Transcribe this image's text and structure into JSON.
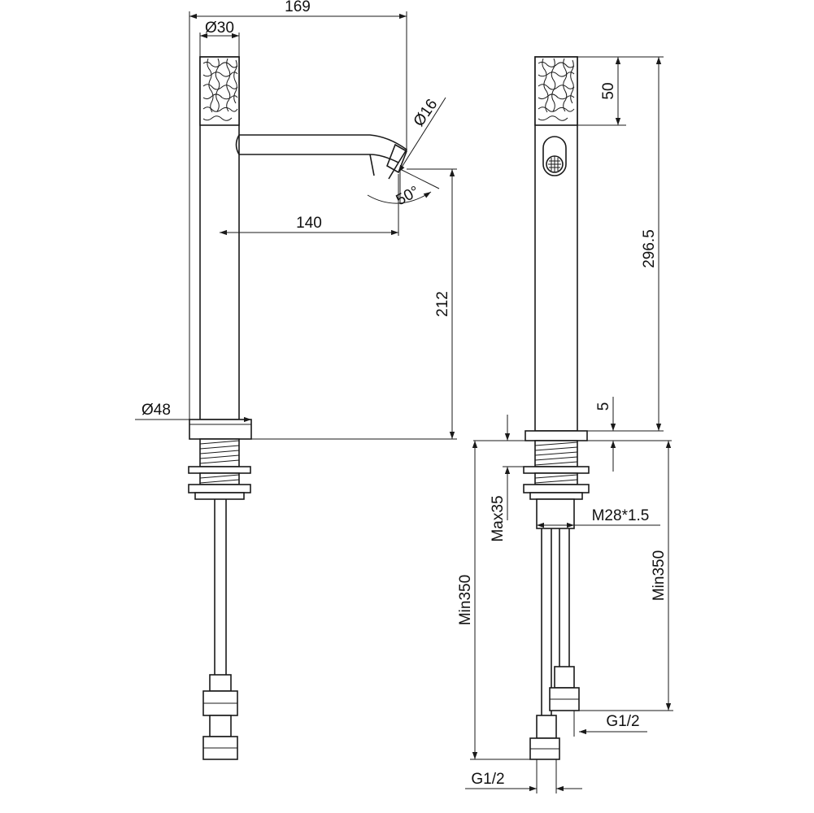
{
  "diagram": {
    "front_view": {
      "overall_width": "169",
      "handle_diameter": "Ø30",
      "spout_diameter": "Ø16",
      "spout_angle": "50°",
      "spout_reach": "140",
      "spout_height": "212",
      "base_diameter": "Ø48"
    },
    "side_view": {
      "handle_height": "50",
      "total_height": "296.5",
      "base_thickness": "5",
      "max_deck": "Max35",
      "thread": "M28*1.5",
      "hose_length_left": "Min350",
      "hose_length_right": "Min350",
      "connection_left": "G1/2",
      "connection_right": "G1/2"
    }
  }
}
